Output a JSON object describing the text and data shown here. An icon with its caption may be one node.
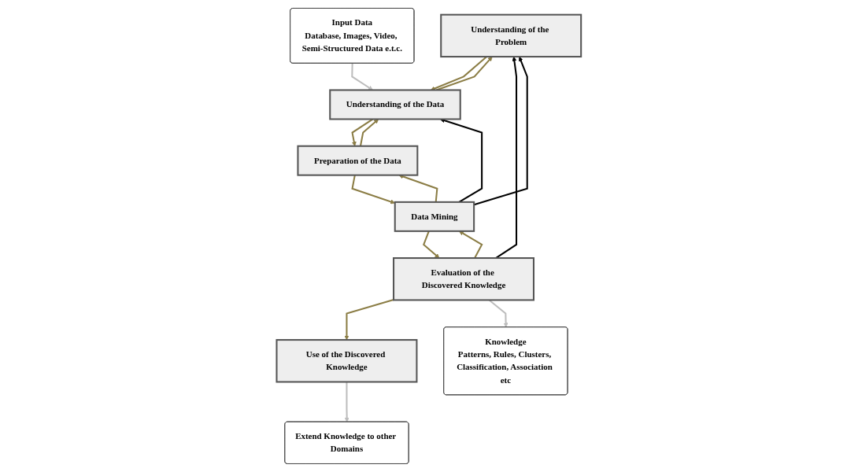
{
  "diagram": {
    "nodes": [
      {
        "text": [
          "Understanding of the Problem"
        ]
      },
      {
        "text": [
          "Understanding of the Data"
        ]
      },
      {
        "text": [
          "Preparation of the Data"
        ]
      },
      {
        "text": [
          "Data Mining"
        ]
      },
      {
        "text": [
          "Evaluation of the Discovered Knowledge"
        ]
      },
      {
        "text": [
          "Use of the Discovered Knowledge"
        ]
      },
      {
        "text": [
          "Input Data",
          "Database, Images, Video, Semi-Structured Data e.t.c."
        ]
      },
      {
        "text": [
          "Knowledge",
          "Patterns, Rules, Clusters, Classification, Association etc"
        ]
      },
      {
        "text": [
          "Extend Knowledge to other Domains"
        ]
      }
    ],
    "edges": [
      {
        "from": 0,
        "to": 1,
        "arrow": "to"
      },
      {
        "from": 1,
        "to": 0,
        "arrow": "to"
      },
      {
        "from": 1,
        "to": 2,
        "arrow": "to"
      },
      {
        "from": 2,
        "to": 1,
        "arrow": "to"
      },
      {
        "from": 2,
        "to": 3,
        "arrow": "to"
      },
      {
        "from": 3,
        "to": 2,
        "arrow": "to"
      },
      {
        "from": 3,
        "to": 4,
        "arrow": "to"
      },
      {
        "from": 4,
        "to": 3,
        "arrow": "to"
      },
      {
        "from": 4,
        "to": 5,
        "arrow": "to"
      },
      {
        "from": 6,
        "to": 1,
        "arrow": "to",
        "color": "#bdbdbd"
      },
      {
        "from": 4,
        "to": 7,
        "arrow": "to",
        "color": "#bdbdbd"
      },
      {
        "from": 5,
        "to": 8,
        "arrow": "to",
        "color": "#bdbdbd"
      },
      {
        "from": 4,
        "to": 0,
        "arrow": "to",
        "color": "#000000"
      },
      {
        "from": 3,
        "to": 0,
        "arrow": "to",
        "color": "#000000"
      },
      {
        "from": 3,
        "to": 1,
        "arrow": "to",
        "color": "#000000"
      }
    ]
  }
}
